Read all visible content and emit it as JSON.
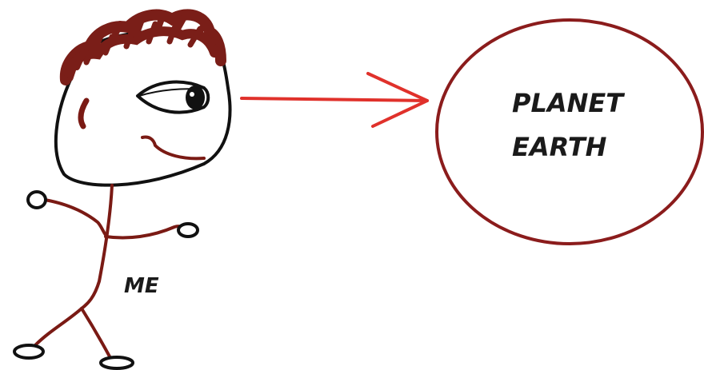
{
  "labels": {
    "me": "ME",
    "planet_line1": "PLANET",
    "planet_line2": "EARTH"
  },
  "colors": {
    "background": "#ffffff",
    "outline": "#111111",
    "body": "#7a1a14",
    "hair": "#7a1e18",
    "arrow": "#e0312b",
    "planet": "#8b1c1c"
  }
}
